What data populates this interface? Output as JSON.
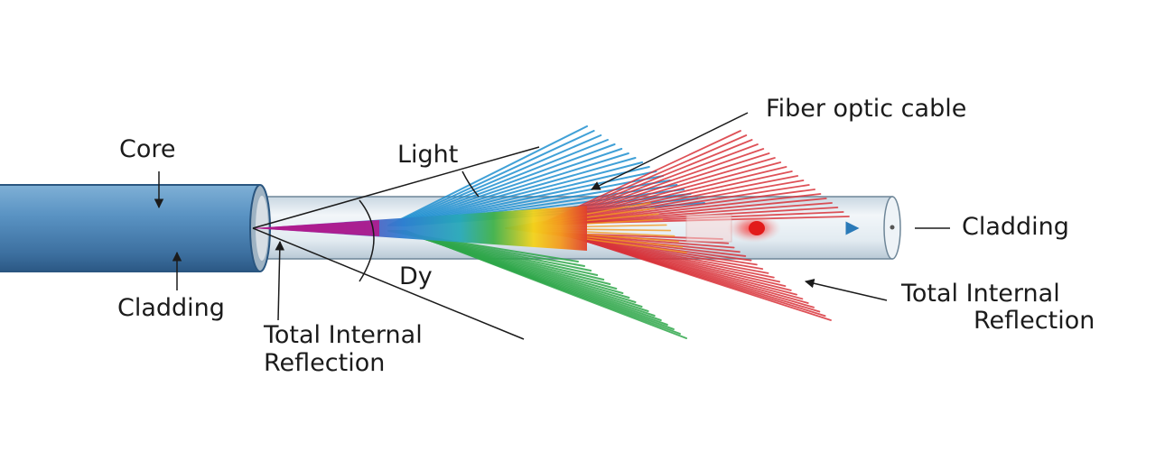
{
  "labels": {
    "core": "Core",
    "cladding_left": "Cladding",
    "light": "Light",
    "dy": "Dy",
    "fiber_optic_cable": "Fiber optic cable",
    "cladding_right": "Cladding",
    "tir_bottom_line1": "Total Internal",
    "tir_bottom_line2": "Reflection",
    "tir_right_line1": "Total Internal",
    "tir_right_line2": "Reflection"
  },
  "colors": {
    "outer_cable": "#4f86b6",
    "outer_cable_dark": "#2d5b86",
    "inner_fiber": "#d9e6ef",
    "fan_blue": "#1f8fd0",
    "fan_red": "#d8333a",
    "fan_green": "#2fa74a",
    "fan_yellow": "#f3d21a",
    "fan_magenta": "#b0198c"
  }
}
